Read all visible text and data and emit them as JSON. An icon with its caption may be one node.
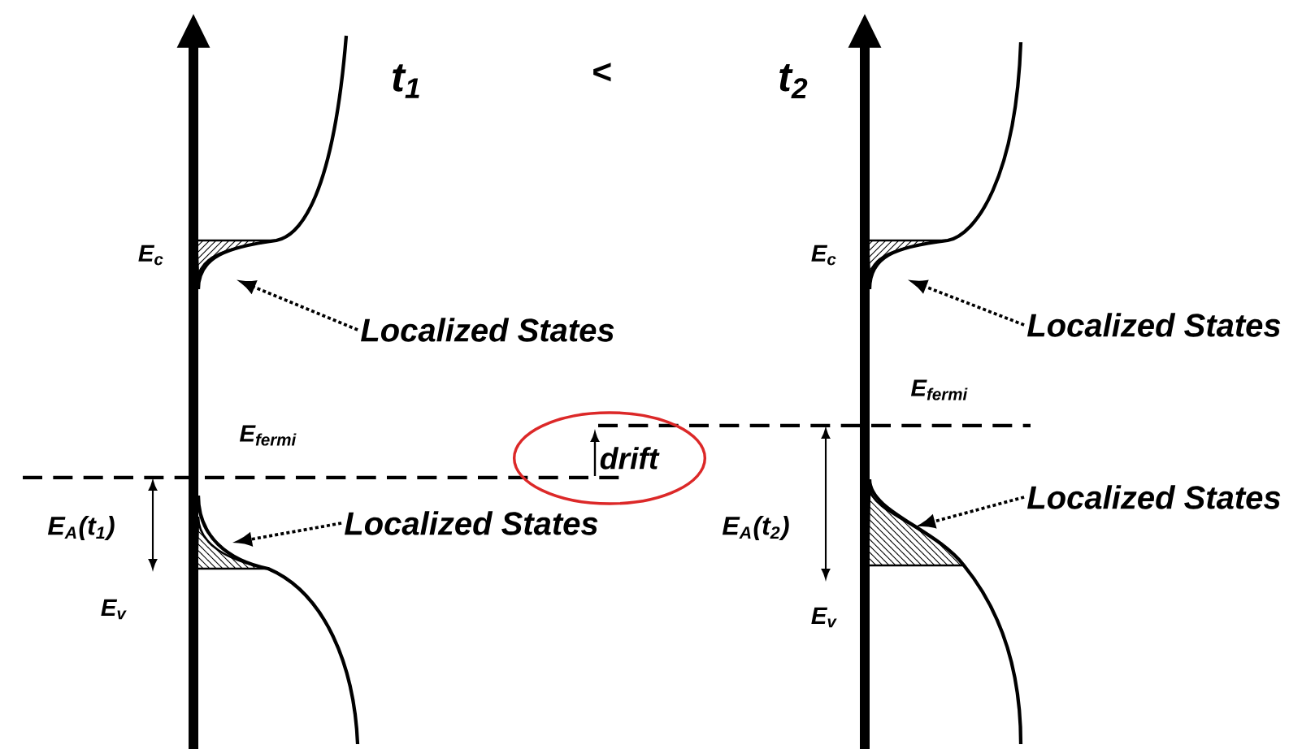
{
  "diagram": {
    "nodes": [
      {
        "text": [
          "Localized States"
        ]
      },
      {
        "text": [
          "Localized States"
        ]
      },
      {
        "text": [
          "drift"
        ]
      },
      {
        "text": [
          "Localized States"
        ]
      },
      {
        "text": [
          "Localized States"
        ]
      },
      {
        "text": [],
        "shape": "area"
      },
      {
        "text": [],
        "shape": "area"
      },
      {
        "text": [],
        "shape": "area"
      },
      {
        "text": [],
        "shape": "area"
      }
    ],
    "edges": [
      {
        "from": 0,
        "to": 5,
        "arrow": "to",
        "style": "dashed"
      },
      {
        "from": 1,
        "to": 6,
        "arrow": "to",
        "style": "dashed"
      },
      {
        "from": 3,
        "to": 7,
        "arrow": "to",
        "style": "dashed"
      },
      {
        "from": 4,
        "to": 8,
        "arrow": "to",
        "style": "dashed"
      }
    ],
    "labels": [
      "t$_{1}$",
      "<",
      "t$_{2}$",
      "E$_{c}$",
      "E$_{c}$",
      "E$_{fermi}$",
      "E$_{fermi}$",
      "E$_{A}$(t$_{1}$)",
      "E$_{A}$(t$_{2}$)",
      "E$_{v}$",
      "E$_{v}$"
    ]
  }
}
